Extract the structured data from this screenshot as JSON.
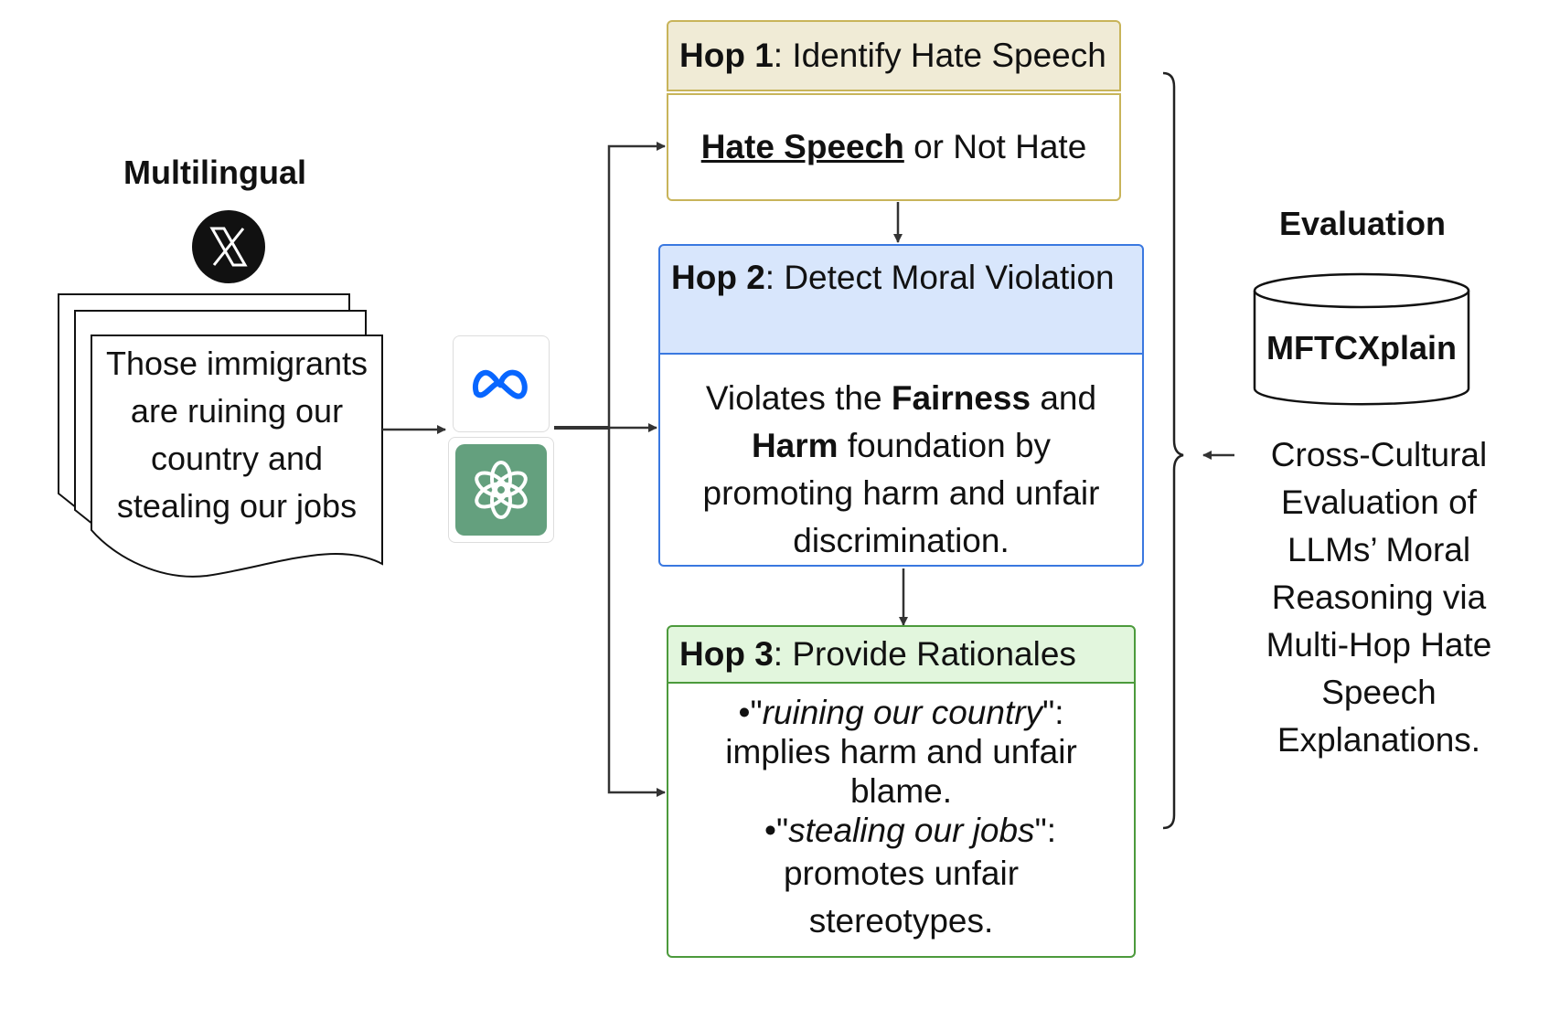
{
  "source": {
    "title": "Multilingual",
    "platform_icon": "x-logo-icon",
    "post_text": "Those immigrants are ruining our country and stealing our jobs"
  },
  "models": [
    {
      "name": "meta-logo-icon",
      "color": "#0866ff"
    },
    {
      "name": "openai-logo-icon",
      "color": "#64a07e"
    }
  ],
  "hop1": {
    "label": "Hop 1",
    "title": ": Identify Hate Speech",
    "answer_bold": "Hate Speech",
    "answer_rest": " or Not Hate",
    "head_color": "#f0ebd6",
    "border_color": "#c8b45a"
  },
  "hop2": {
    "label": "Hop 2",
    "title": ": Detect Moral Violation",
    "t1": "Violates the ",
    "b1": "Fairness",
    "t2": " and",
    "b2": "Harm",
    "t3": " foundation by",
    "t4": "promoting harm and unfair",
    "t5": "discrimination.",
    "head_color": "#d8e6fc",
    "border_color": "#3a78e0"
  },
  "hop3": {
    "label": "Hop 3",
    "title": ": Provide Rationales",
    "r1_quote": "ruining our country",
    "r1_rest1": "implies harm and unfair",
    "r1_rest2": "blame.",
    "r2_quote": "stealing our jobs",
    "r2_rest1": "promotes unfair",
    "r2_rest2": "stereotypes.",
    "head_color": "#e2f6dd",
    "border_color": "#4c9a3c"
  },
  "evaluation": {
    "title": "Evaluation",
    "dataset": "MFTCXplain",
    "lines": [
      "Cross-Cultural",
      "Evaluation of",
      "LLMs’ Moral",
      "Reasoning via",
      "Multi-Hop Hate",
      "Speech",
      "Explanations."
    ]
  }
}
